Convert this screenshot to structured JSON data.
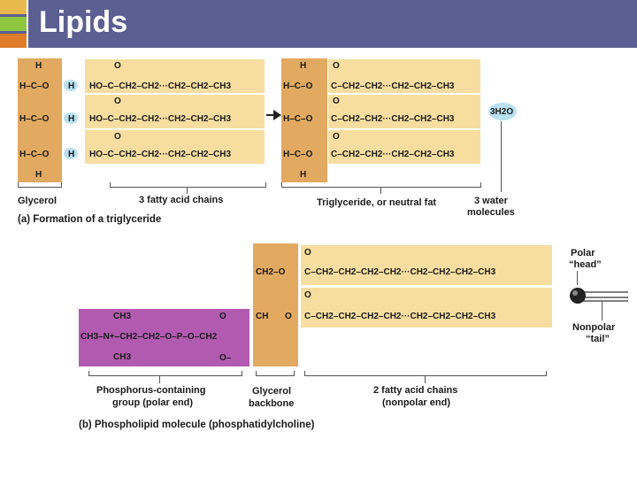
{
  "slide": {
    "title": "Lipids",
    "accent_colors": {
      "header": "#5c5f92",
      "square_1": "#e8b84a",
      "square_2": "#8dc63f",
      "square_3": "#e07b2a"
    }
  },
  "part_a": {
    "reactant_glycerol": [
      "H",
      "H–C–O",
      "H–C–O",
      "H–C–O",
      "H"
    ],
    "hydrogens": [
      "H",
      "H",
      "H"
    ],
    "acid_oxygen": [
      "O",
      "O",
      "O"
    ],
    "acid_chains": [
      "HO–C–CH2–CH2···CH2–CH2–CH3",
      "HO–C–CH2–CH2···CH2–CH2–CH3",
      "HO–C–CH2–CH2···CH2–CH2–CH3"
    ],
    "product_glycerol": [
      "H",
      "H–C–O",
      "H–C–O",
      "H–C–O",
      "H"
    ],
    "product_oxygen": [
      "O",
      "O",
      "O"
    ],
    "product_chains": [
      "C–CH2–CH2···CH2–CH2–CH3",
      "C–CH2–CH2···CH2–CH2–CH3",
      "C–CH2–CH2···CH2–CH2–CH3"
    ],
    "water": "3H2O",
    "label_glycerol": "Glycerol",
    "label_fatty_acids": "3 fatty acid chains",
    "label_triglyceride": "Triglyceride, or neutral fat",
    "label_water": [
      "3 water",
      "molecules"
    ],
    "caption": "(a) Formation of a triglyceride"
  },
  "part_b": {
    "phosphorus_group": [
      "CH3",
      "CH3–N+–CH2–CH2–O–P–O–CH2",
      "CH3"
    ],
    "phosphate_oxygens": [
      "O",
      "O–"
    ],
    "glycerol_backbone": [
      "CH2–O",
      "CH",
      "O"
    ],
    "chain_oxygen": [
      "O",
      "O"
    ],
    "chains": [
      "C–CH2–CH2–CH2–CH2···CH2–CH2–CH2–CH3",
      "C–CH2–CH2–CH2–CH2···CH2–CH2–CH2–CH3"
    ],
    "label_phosphorus": [
      "Phosphorus-containing",
      "group (polar end)"
    ],
    "label_glycerol": [
      "Glycerol",
      "backbone"
    ],
    "label_chains": [
      "2 fatty acid chains",
      "(nonpolar end)"
    ],
    "label_polar_head": [
      "Polar",
      "“head”"
    ],
    "label_nonpolar_tail": [
      "Nonpolar",
      "“tail”"
    ],
    "caption": "(b) Phospholipid molecule (phosphatidylcholine)"
  }
}
